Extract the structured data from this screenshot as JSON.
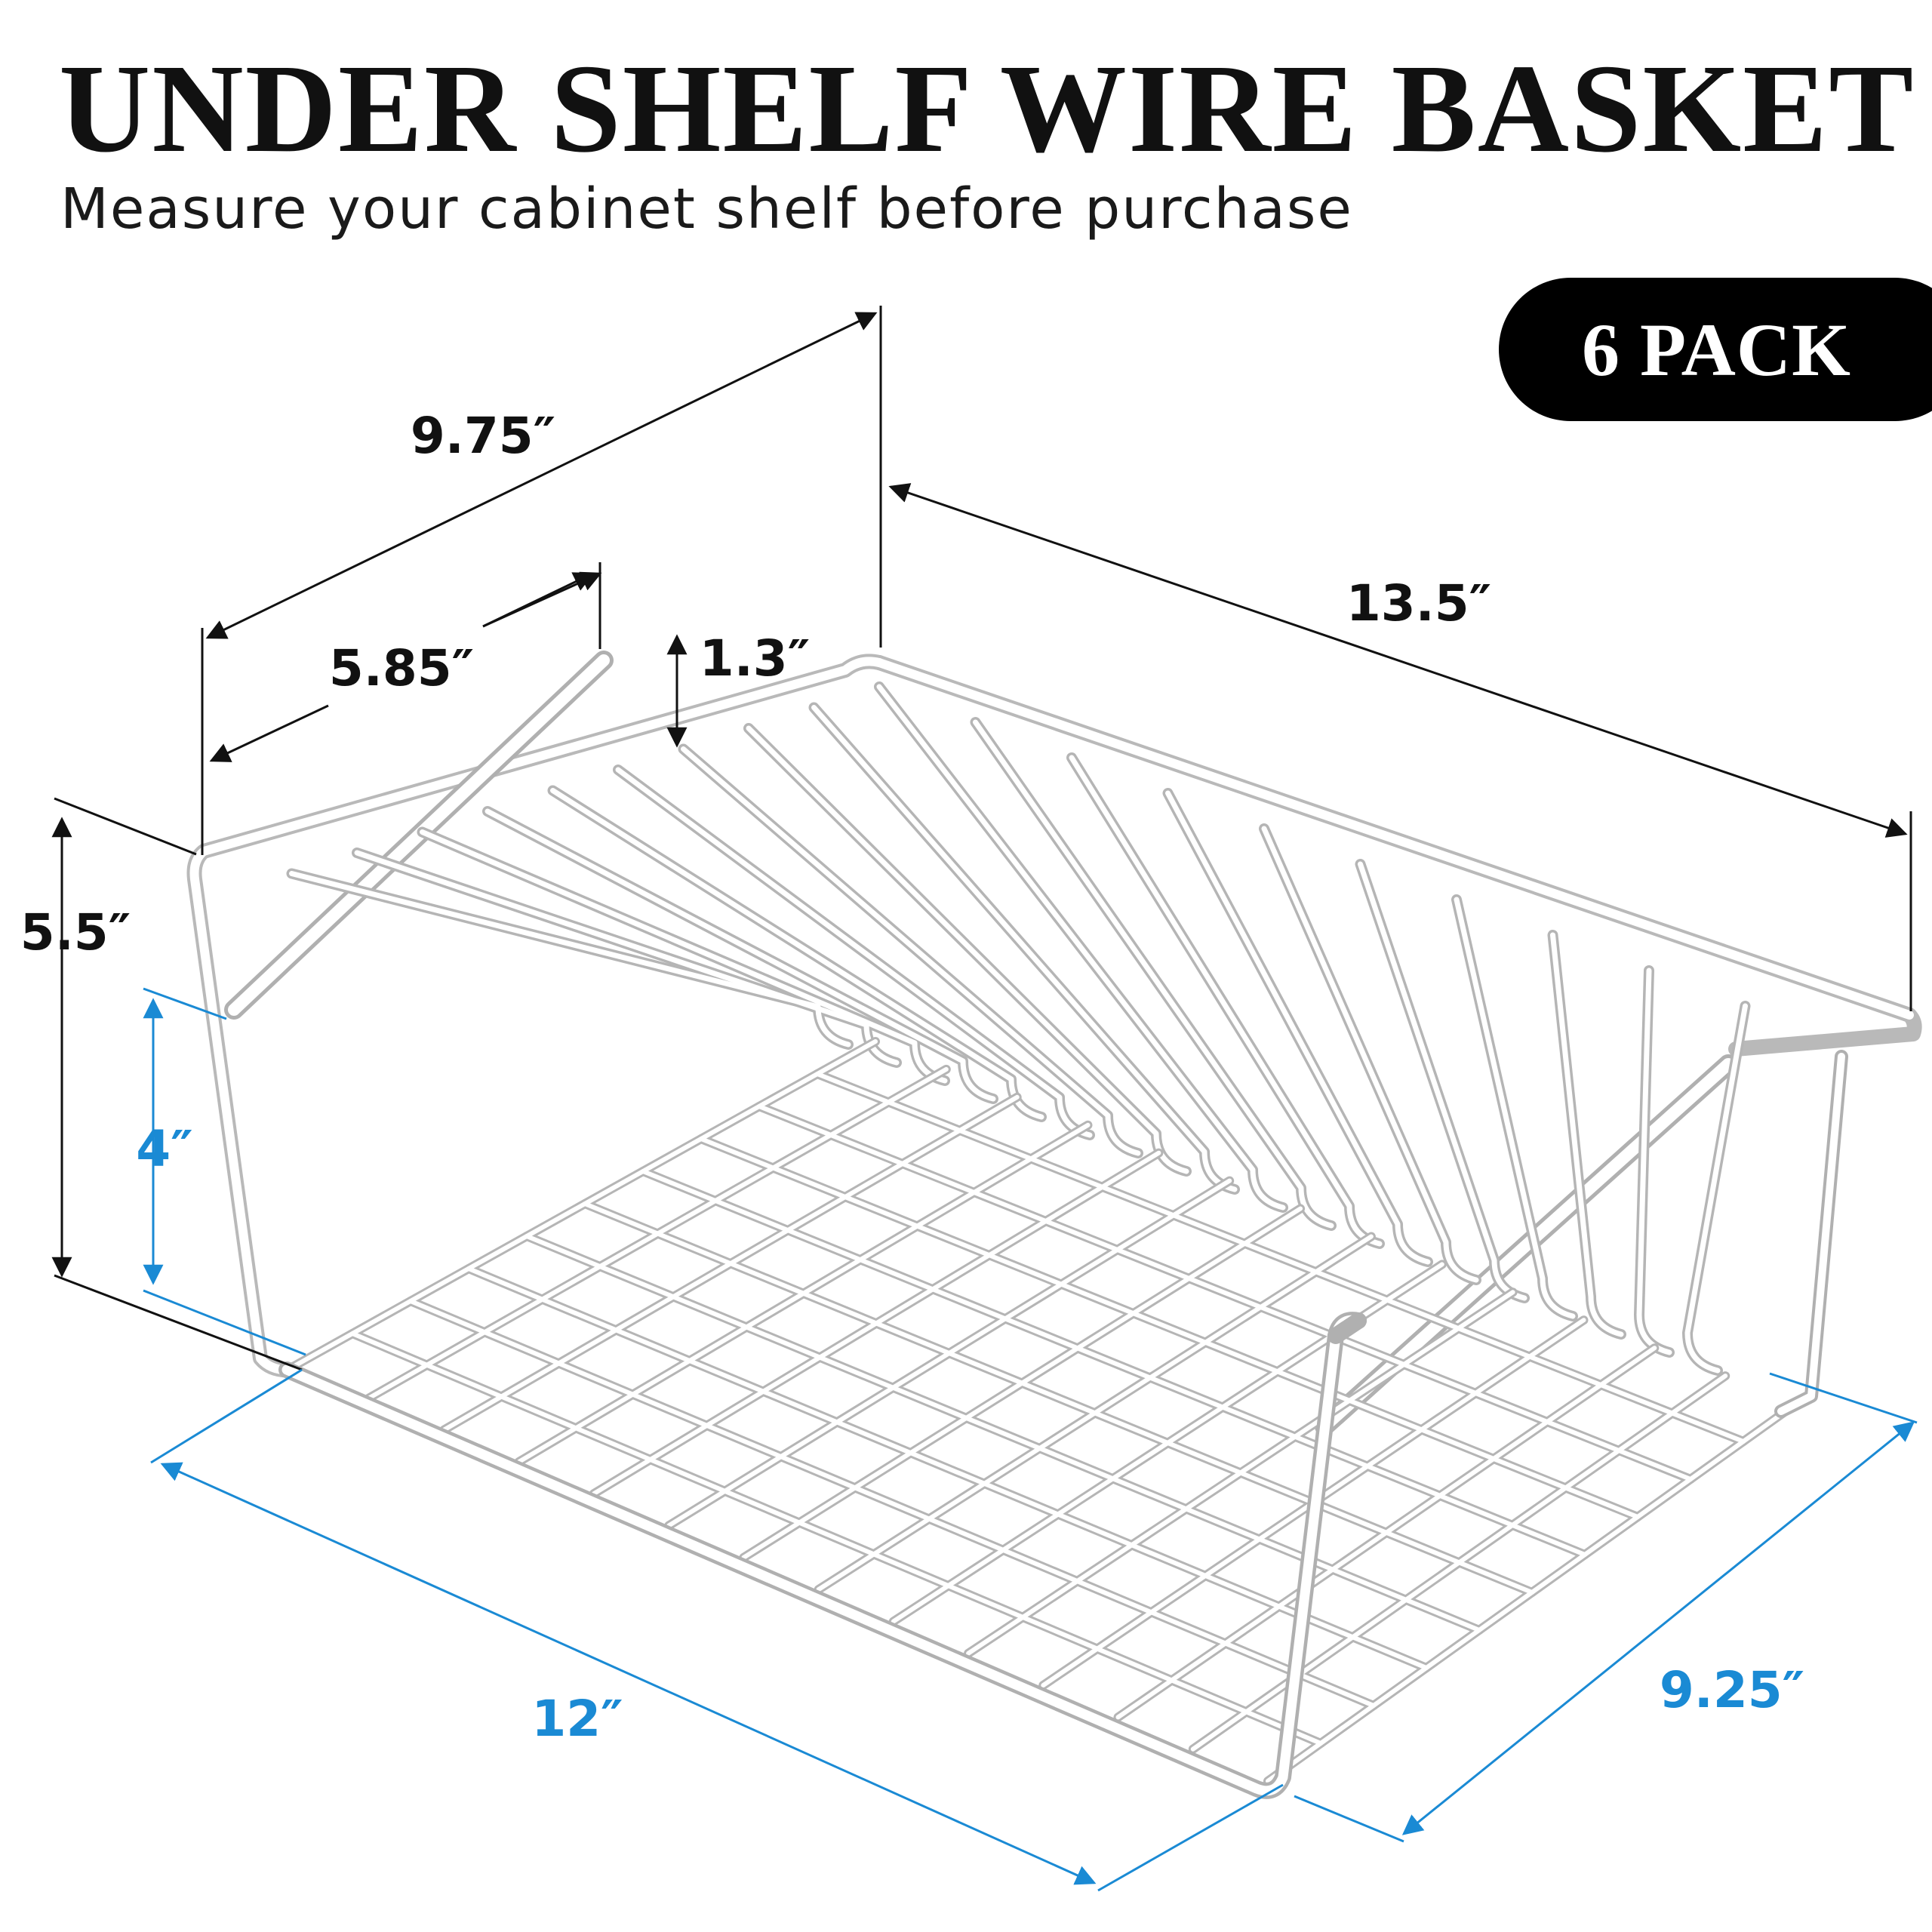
{
  "header": {
    "title": "UNDER SHELF WIRE BASKET",
    "subtitle": "Measure your cabinet shelf before purchase"
  },
  "badge": {
    "label": "6 PACK"
  },
  "dimensions": {
    "depth": "9.75″",
    "width_top": "13.5″",
    "arm_length": "5.85″",
    "arm_gap": "1.3″",
    "total_height": "5.5″",
    "inner_height": "4″",
    "bottom_width": "12″",
    "bottom_depth": "9.25″"
  },
  "colors": {
    "text_dark": "#111111",
    "accent_blue": "#1a8ad4",
    "badge_bg": "#000000",
    "wire": "#c8c8c8"
  }
}
